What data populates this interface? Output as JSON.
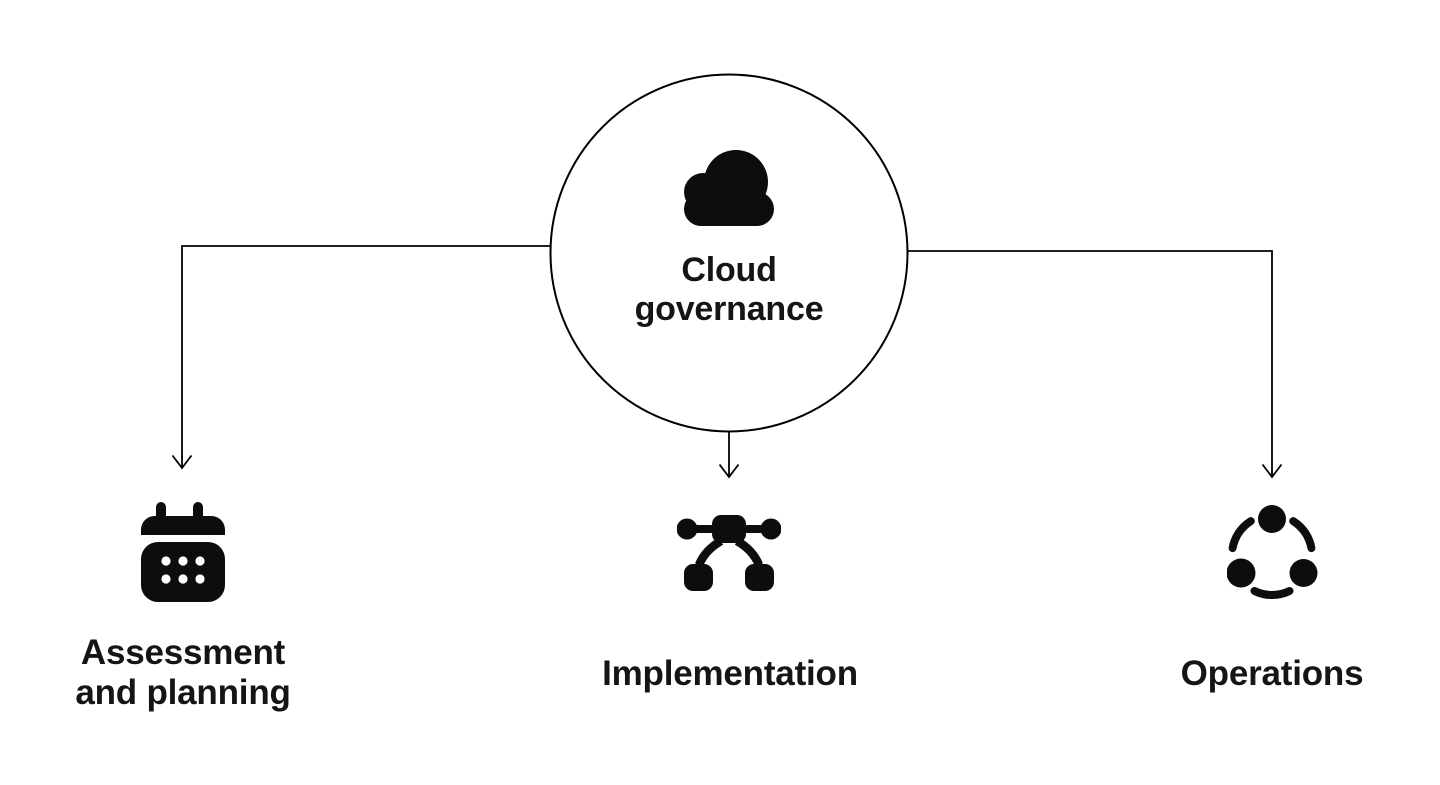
{
  "diagram": {
    "root": {
      "label": "Cloud governance",
      "icon": "cloud-icon"
    },
    "branches": [
      {
        "label": "Assessment and planning",
        "icon": "calendar-icon"
      },
      {
        "label": "Implementation",
        "icon": "vector-nodes-icon"
      },
      {
        "label": "Operations",
        "icon": "share-network-icon"
      }
    ],
    "colors": {
      "ink": "#151515",
      "icon_fill": "#0d0d0d",
      "line": "#000000",
      "background": "#ffffff"
    }
  }
}
